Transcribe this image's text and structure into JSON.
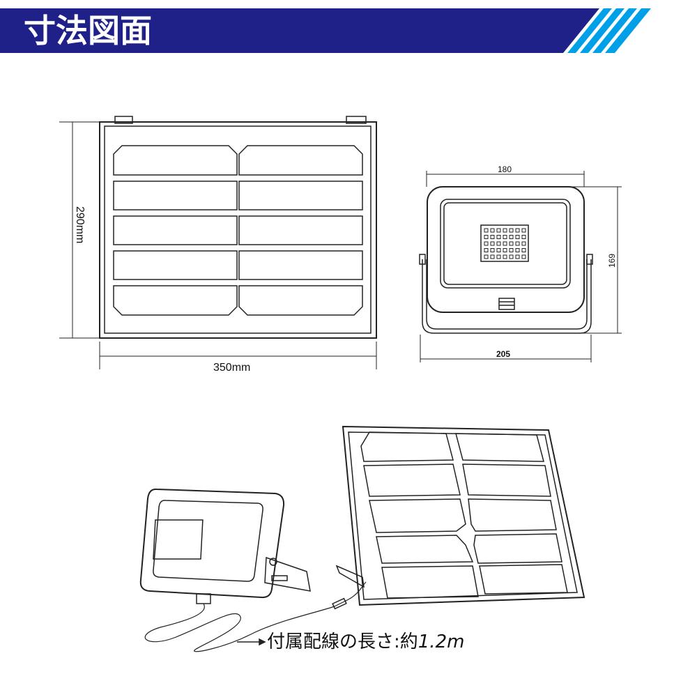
{
  "header": {
    "title": "寸法図面",
    "colors": {
      "navy": "#1f2189",
      "stripe": "#00a0e9"
    }
  },
  "solar_panel_view": {
    "height_label": "290mm",
    "width_label": "350mm"
  },
  "floodlight_view": {
    "width_label": "180",
    "height_label": "169",
    "bracket_width_label": "205"
  },
  "illustration": {
    "caption_prefix": "付属配線の長さ:約",
    "caption_value": "1.2m"
  }
}
